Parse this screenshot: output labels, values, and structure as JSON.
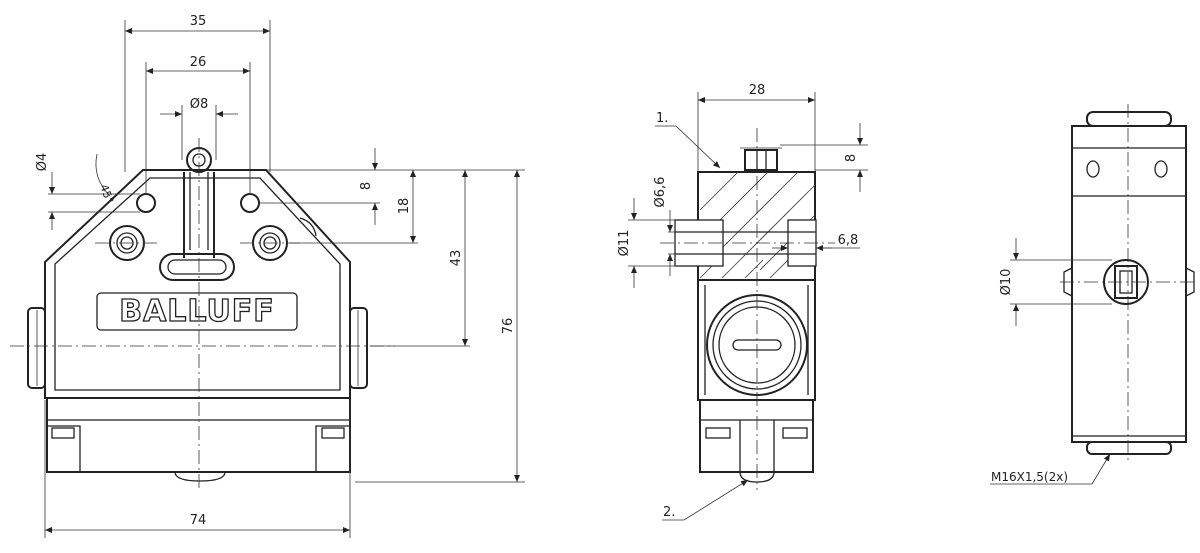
{
  "front_view": {
    "dim_width_top": "35",
    "dim_width_mid": "26",
    "dim_roller_dia": "Ø8",
    "dim_hole_dia": "Ø4",
    "dim_angle": "45°",
    "dim_height_1": "8",
    "dim_height_2": "18",
    "dim_height_3": "43",
    "dim_height_total": "76",
    "dim_width_total": "74",
    "logo_text": "BALLUFF"
  },
  "side_view": {
    "dim_width": "28",
    "dim_height": "8",
    "dim_hole_1": "Ø6,6",
    "dim_hole_2": "Ø11",
    "dim_depth": "6,8",
    "callout_1": "1.",
    "callout_2": "2."
  },
  "rear_view": {
    "dim_dia": "Ø10",
    "thread_label": "M16X1,5(2x)"
  }
}
